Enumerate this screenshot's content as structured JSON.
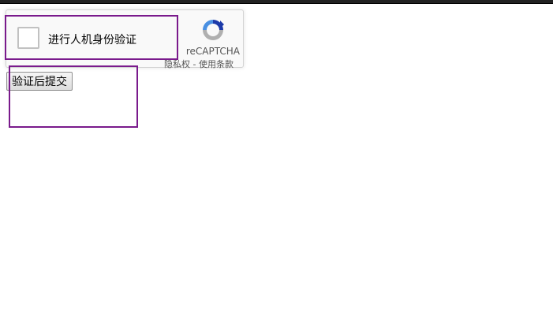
{
  "recaptcha": {
    "checkbox_label": "进行人机身份验证",
    "brand": "reCAPTCHA",
    "privacy": "隐私权",
    "separator": " - ",
    "terms": "使用条款",
    "logo_icon": "recaptcha-logo-icon",
    "colors": {
      "blue": "#4a90e2",
      "navy": "#1c3aa9",
      "gray": "#b0b0b0",
      "highlight": "#7a1a8c"
    }
  },
  "form": {
    "submit_label": "验证后提交"
  }
}
